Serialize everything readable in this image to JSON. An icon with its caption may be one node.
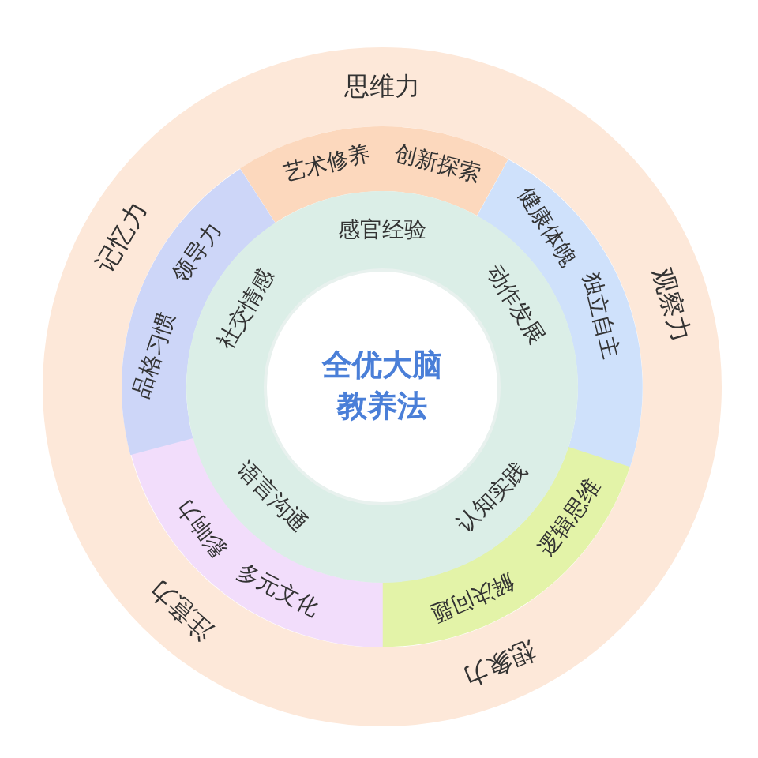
{
  "diagram": {
    "nodes": [
      {
        "text": [
          "思维力",
          "观察力",
          "想象力",
          "注意力",
          "记忆力"
        ]
      },
      {
        "text": [
          "艺术修养",
          "创新探索"
        ],
        "in": 0
      },
      {
        "text": [
          "健康体魄",
          "独立自主"
        ],
        "in": 0
      },
      {
        "text": [
          "逻辑思维",
          "解决问题"
        ],
        "in": 0
      },
      {
        "text": [
          "影响力",
          "多元文化"
        ],
        "in": 0
      },
      {
        "text": [
          "品格习惯",
          "领导力"
        ],
        "in": 0
      },
      {
        "text": [
          "感官经验",
          "动作发展",
          "认知实践",
          "语言沟通",
          "社交情感"
        ],
        "in": 0
      },
      {
        "text": [
          "全优大脑教养法"
        ],
        "in": 6
      }
    ]
  }
}
